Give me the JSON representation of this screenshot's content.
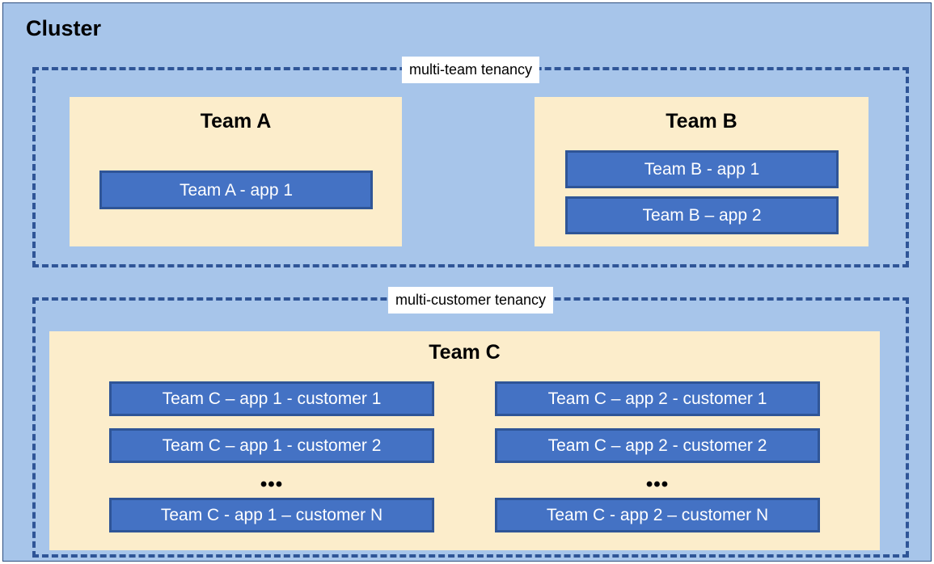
{
  "diagram": {
    "title": "Cluster",
    "colors": {
      "cluster_background": "#A7C5EA",
      "team_box_fill": "#FCEDCB",
      "app_box_fill": "#4472C4",
      "app_box_border": "#2F5597",
      "dashed_border": "#2F5597",
      "label_background": "#FFFFFF"
    },
    "groups": [
      {
        "id": "multi-team",
        "label": "multi-team tenancy",
        "teams": [
          {
            "id": "team-a",
            "title": "Team A",
            "apps": [
              {
                "label": "Team A - app 1"
              }
            ]
          },
          {
            "id": "team-b",
            "title": "Team B",
            "apps": [
              {
                "label": "Team B - app 1"
              },
              {
                "label": "Team B – app 2"
              }
            ]
          }
        ]
      },
      {
        "id": "multi-customer",
        "label": "multi-customer tenancy",
        "teams": [
          {
            "id": "team-c",
            "title": "Team C",
            "columns": [
              {
                "id": "team-c-app-1",
                "apps": [
                  {
                    "label": "Team C – app 1 - customer 1"
                  },
                  {
                    "label": "Team C – app 1 - customer 2"
                  }
                ],
                "ellipsis": "•••",
                "last_app": {
                  "label": "Team C - app 1 – customer N"
                }
              },
              {
                "id": "team-c-app-2",
                "apps": [
                  {
                    "label": "Team C – app 2 - customer 1"
                  },
                  {
                    "label": "Team C – app 2 - customer 2"
                  }
                ],
                "ellipsis": "•••",
                "last_app": {
                  "label": "Team C - app 2 – customer N"
                }
              }
            ]
          }
        ]
      }
    ]
  }
}
